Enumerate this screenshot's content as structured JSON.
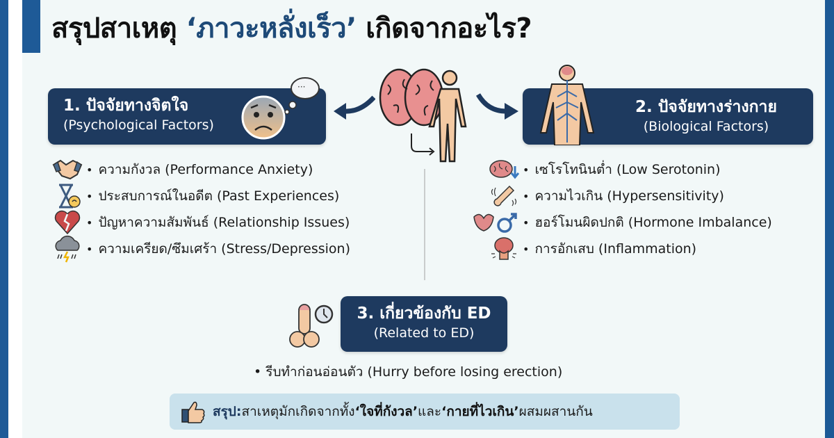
{
  "title": {
    "prefix": "สรุปสาเหตุ ",
    "highlight": "‘ภาวะหลั่งเร็ว’",
    "suffix": " เกิดจากอะไร?"
  },
  "sections": {
    "psychological": {
      "number_label": "1. ปัจจัยทางจิตใจ",
      "english_label": "(Psychological Factors)",
      "items": [
        {
          "icon": "handshake-icon",
          "text": "ความกังวล (Performance Anxiety)"
        },
        {
          "icon": "hourglass-icon",
          "text": "ประสบการณ์ในอดีต (Past Experiences)"
        },
        {
          "icon": "broken-heart-icon",
          "text": "ปัญหาความสัมพันธ์ (Relationship Issues)"
        },
        {
          "icon": "storm-cloud-icon",
          "text": "ความเครียด/ซึมเศร้า (Stress/Depression)"
        }
      ]
    },
    "biological": {
      "number_label": "2. ปัจจัยทางร่างกาย",
      "english_label": "(Biological Factors)",
      "items": [
        {
          "icon": "brain-down-icon",
          "text": "เซโรโทนินต่ำ (Low Serotonin)"
        },
        {
          "icon": "sensitivity-icon",
          "text": "ความไวเกิน (Hypersensitivity)"
        },
        {
          "icon": "male-hormone-icon",
          "text": "ฮอร์โมนผิดปกติ (Hormone Imbalance)"
        },
        {
          "icon": "prostate-icon",
          "text": "การอักเสบ (Inflammation)"
        }
      ]
    },
    "ed": {
      "number_label": "3. เกี่ยวข้องกับ ED",
      "english_label": "(Related to ED)",
      "items": [
        {
          "text": "รีบทำก่อนอ่อนตัว (Hurry before losing erection)"
        }
      ]
    }
  },
  "summary": {
    "label": "สรุป:",
    "text1": " สาเหตุมักเกิดจากทั้ง ",
    "quote1": "‘ใจที่กังวล’",
    "text2": " และ ",
    "quote2": "‘กายที่ไวเกิน’",
    "text3": " ผสมผสานกัน"
  },
  "bullet": "•",
  "colors": {
    "accent_blue": "#1e5a97",
    "box_navy": "#1e3a5f",
    "background": "#f2f8f8",
    "summary_bg": "#c9e1ec"
  }
}
